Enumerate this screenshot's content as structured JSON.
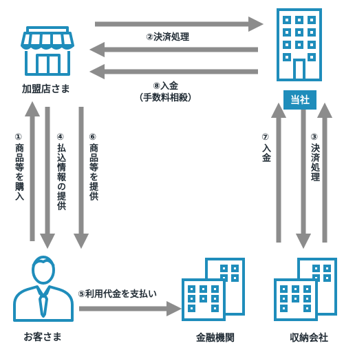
{
  "colors": {
    "arrow": "#8c8c8c",
    "icon": "#1f8dbb",
    "badge_bg": "#1f8dbb",
    "text": "#1f2a33"
  },
  "nodes": {
    "shop": {
      "label": "加盟店さま",
      "icon": "storefront-icon"
    },
    "company": {
      "label": "当社",
      "icon": "building-icon"
    },
    "customer": {
      "label": "お客さま",
      "icon": "person-icon"
    },
    "bank": {
      "label": "金融機関",
      "icon": "buildings-icon"
    },
    "collector": {
      "label": "収納会社",
      "icon": "buildings-icon"
    }
  },
  "steps": {
    "s1": "①商品等を購入",
    "s2": "②決済処理",
    "s3": "③決済処理",
    "s4": "④払込情報の提供",
    "s5": "⑤利用代金を支払い",
    "s6": "⑥商品等を提供",
    "s7": "⑦入金",
    "s8_line1": "⑧入金",
    "s8_line2": "（手数料相殺）"
  }
}
